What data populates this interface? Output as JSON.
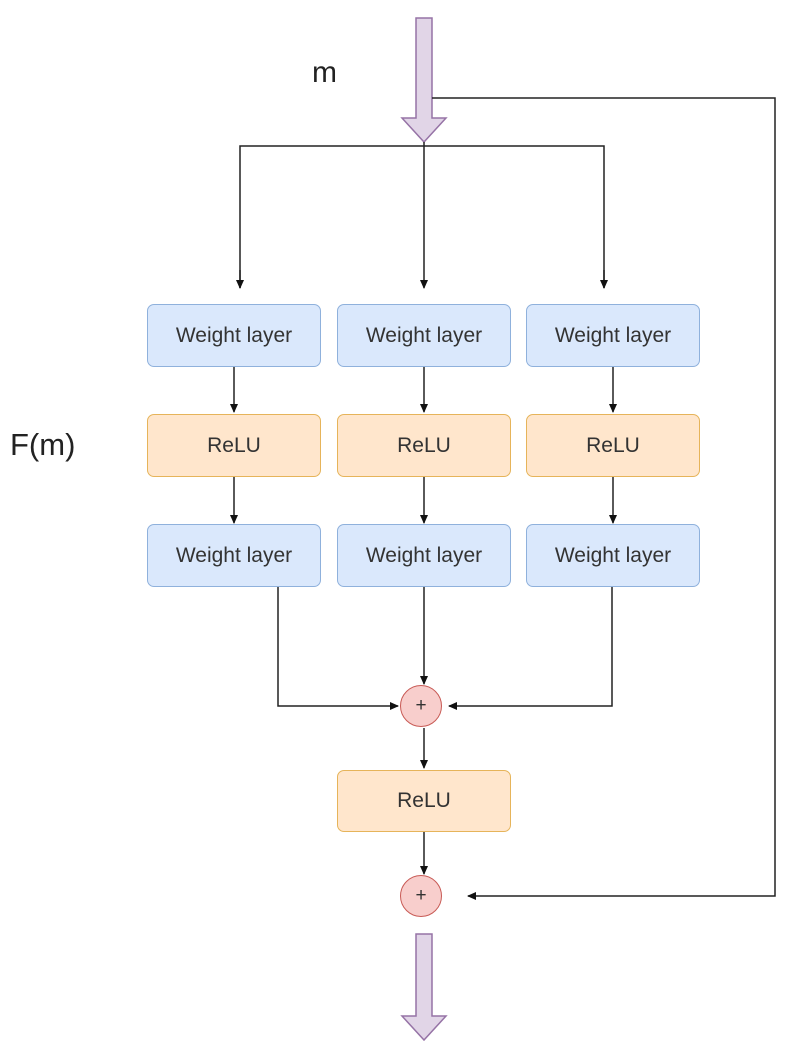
{
  "input_label": "m",
  "block_label": "F(m)",
  "branches": [
    {
      "top": "Weight layer",
      "mid": "ReLU",
      "bottom": "Weight layer"
    },
    {
      "top": "Weight layer",
      "mid": "ReLU",
      "bottom": "Weight layer"
    },
    {
      "top": "Weight layer",
      "mid": "ReLU",
      "bottom": "Weight layer"
    }
  ],
  "merge_symbol": "+",
  "post_activation": "ReLU",
  "residual_symbol": "+",
  "colors": {
    "weight_fill": "#dae8fc",
    "relu_fill": "#ffe6cc",
    "adder_fill": "#f8cecc",
    "arrow_fill": "#e1d5e7",
    "arrow_stroke": "#9673a6"
  }
}
